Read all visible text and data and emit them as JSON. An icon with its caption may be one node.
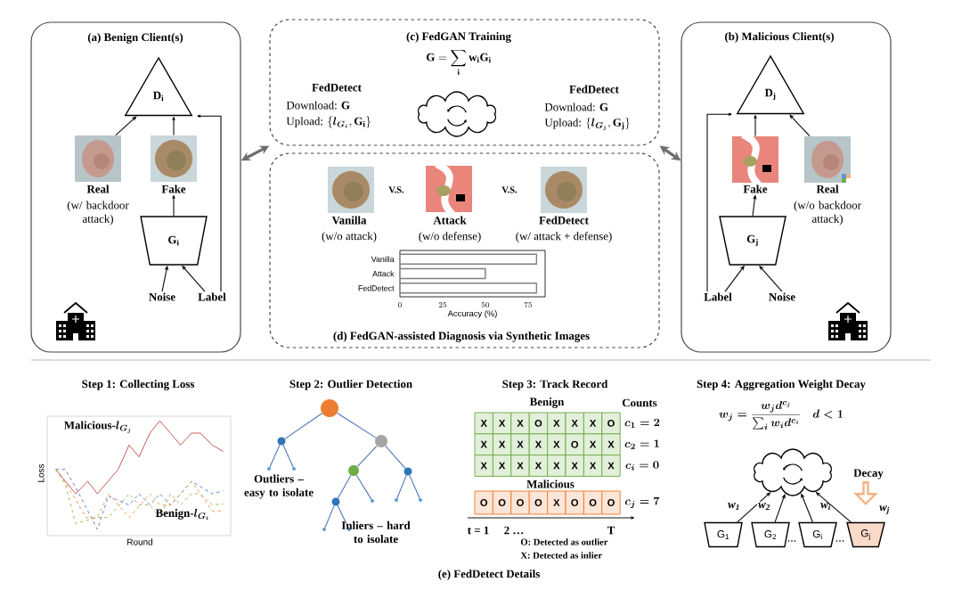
{
  "diagram": {
    "caption": "(e) FedDetect Details",
    "nodes": [
      {
        "text": [
          "(a) Benign Client(s)"
        ]
      },
      {
        "text": [
          "D$_{i}$"
        ],
        "in": 0
      },
      {
        "text": [
          "Real",
          "(w/ backdoor attack)"
        ],
        "in": 0
      },
      {
        "text": [
          "Fake"
        ],
        "in": 0
      },
      {
        "text": [
          "G$_{i}$"
        ],
        "in": 0
      },
      {
        "text": [
          "Noise"
        ],
        "in": 0
      },
      {
        "text": [
          "Label"
        ],
        "in": 0
      },
      {
        "text": [
          "(c) FedGAN Training",
          "\\mathbf{G} = \\sum_{\\mathbf{i}} \\mathbf{w_i G_i}"
        ]
      },
      {
        "text": [
          "(d) FedGAN-assisted Diagnosis via Synthetic Images"
        ]
      },
      {
        "text": [
          "(b) Malicious Client(s)"
        ]
      },
      {
        "text": [
          "D$_{j}$"
        ],
        "in": 9
      },
      {
        "text": [
          "Fake"
        ],
        "in": 9
      },
      {
        "text": [
          "Real",
          "(w/o backdoor attack)"
        ],
        "in": 9
      },
      {
        "text": [
          "G$_{j}$"
        ],
        "in": 9
      },
      {
        "text": [
          "Label"
        ],
        "in": 9
      },
      {
        "text": [
          "Noise"
        ],
        "in": 9
      },
      {
        "text": [],
        "shape": "circle"
      },
      {
        "text": [],
        "shape": "circle"
      },
      {
        "text": [],
        "shape": "circle"
      },
      {
        "text": [],
        "shape": "circle"
      },
      {
        "text": [],
        "shape": "circle"
      },
      {
        "text": [],
        "shape": "circle"
      },
      {
        "text": [],
        "shape": "circle"
      },
      {
        "text": [],
        "shape": "circle"
      },
      {
        "text": [],
        "shape": "circle"
      },
      {
        "text": [],
        "shape": "circle"
      },
      {
        "text": [],
        "shape": "circle"
      },
      {
        "text": [],
        "shape": "circle"
      },
      {
        "text": [],
        "shape": "circle"
      },
      {
        "text": [],
        "shape": "cloud"
      },
      {
        "text": [
          "G$_{1}$"
        ]
      },
      {
        "text": [
          "G$_{2}$"
        ]
      },
      {
        "text": [
          "G$_{i}$"
        ]
      },
      {
        "text": [
          "G$_{j}$"
        ]
      },
      {
        "text": [],
        "shape": "arrow",
        "beside": [
          "Decay"
        ]
      }
    ],
    "edges": [
      {
        "from": 2,
        "to": 1,
        "arrow": "to"
      },
      {
        "from": 3,
        "to": 1,
        "arrow": "to"
      },
      {
        "from": 4,
        "to": 3,
        "arrow": "to"
      },
      {
        "from": 5,
        "to": 4,
        "arrow": "to"
      },
      {
        "from": 6,
        "to": 4,
        "arrow": "to"
      },
      {
        "from": 6,
        "to": 1,
        "arrow": "to"
      },
      {
        "from": 0,
        "to": 7,
        "arrow": "both",
        "style": "thick",
        "color": "#6e6e6e"
      },
      {
        "from": 9,
        "to": 7,
        "arrow": "both",
        "style": "thick",
        "color": "#6e6e6e"
      },
      {
        "from": 11,
        "to": 10,
        "arrow": "to"
      },
      {
        "from": 12,
        "to": 10,
        "arrow": "to"
      },
      {
        "from": 13,
        "to": 11,
        "arrow": "to"
      },
      {
        "from": 14,
        "to": 13,
        "arrow": "to"
      },
      {
        "from": 15,
        "to": 13,
        "arrow": "to"
      },
      {
        "from": 14,
        "to": 10,
        "arrow": "to"
      },
      {
        "from": 16,
        "to": 17,
        "arrow": "none",
        "color": "#4a72b8"
      },
      {
        "from": 16,
        "to": 18,
        "arrow": "none",
        "color": "#4a72b8"
      },
      {
        "from": 17,
        "to": 19,
        "arrow": "none",
        "color": "#4a72b8"
      },
      {
        "from": 17,
        "to": 20,
        "arrow": "none",
        "color": "#4a72b8"
      },
      {
        "from": 18,
        "to": 21,
        "arrow": "none",
        "color": "#4a72b8"
      },
      {
        "from": 18,
        "to": 22,
        "arrow": "none",
        "color": "#4a72b8"
      },
      {
        "from": 21,
        "to": 23,
        "arrow": "none",
        "color": "#4a72b8"
      },
      {
        "from": 21,
        "to": 24,
        "arrow": "none",
        "color": "#4a72b8"
      },
      {
        "from": 22,
        "to": 25,
        "arrow": "none",
        "color": "#4a72b8"
      },
      {
        "from": 22,
        "to": 26,
        "arrow": "none",
        "color": "#4a72b8"
      },
      {
        "from": 23,
        "to": 27,
        "arrow": "none",
        "color": "#4a72b8"
      },
      {
        "from": 23,
        "to": 28,
        "arrow": "none",
        "color": "#4a72b8"
      },
      {
        "from": 30,
        "to": 29,
        "arrow": "to",
        "label": "w$_{1}$"
      },
      {
        "from": 31,
        "to": 29,
        "arrow": "to",
        "label": "w$_{2}$"
      },
      {
        "from": 32,
        "to": 29,
        "arrow": "to",
        "label": "w$_{i}$"
      },
      {
        "from": 33,
        "to": 29,
        "arrow": "to",
        "label": "w$_{j}$"
      }
    ],
    "labels": [
      "FedDetect",
      "Download: **G**",
      "\\text{Upload: }\\{\\boldsymbol{l}_{\\boldsymbol{G_i}},\\mathbf{G_i}\\}",
      "FedDetect",
      "Download: **G**",
      "\\text{Upload: }\\{\\boldsymbol{l}_{\\boldsymbol{G_j}},\\mathbf{G_j}\\}",
      "V.S.",
      "V.S.",
      "Vanilla",
      "(w/o attack)",
      "Attack",
      "(w/o defense)",
      "FedDetect",
      "(w/ attack + defense)",
      "Step 1: Collecting Loss",
      "Step 2: Outlier Detection",
      "Step 3: Track Record",
      "Step 4: Aggregation Weight Decay",
      "\\textbf{Malicious-}\\boldsymbol{l_{G_j}}",
      "Loss",
      "\\textbf{Benign-}\\boldsymbol{l_{G_i}}",
      "Round",
      "Outliers – easy to isolate",
      "Inliers – hard to isolate",
      "Benign",
      "Counts",
      "X",
      "X",
      "X",
      "O",
      "X",
      "X",
      "X",
      "O",
      "\\boldsymbol{c_1 = 2}",
      "X",
      "X",
      "X",
      "X",
      "X",
      "O",
      "X",
      "X",
      "\\boldsymbol{c_2 = 1}",
      "X",
      "X",
      "X",
      "X",
      "X",
      "X",
      "X",
      "X",
      "\\boldsymbol{c_i = 0}",
      "Malicious",
      "O",
      "O",
      "O",
      "O",
      "X",
      "O",
      "O",
      "O",
      "\\boldsymbol{c_j = 7}",
      "t = 1",
      "2 …",
      "T",
      "O: Detected as outlier",
      "X: Detected as inlier",
      "\\boldsymbol{w_j = \\frac{w_j d^{c_j}}{\\sum_i w_i d^{c_i}} \\quad d < 1}",
      "…",
      "…"
    ],
    "chart_data": {
      "type": "bar",
      "orientation": "horizontal",
      "categories": [
        "Vanilla",
        "Attack",
        "FedDetect"
      ],
      "values": [
        80,
        50,
        80
      ],
      "xlabel": "Accuracy (%)",
      "xlim": [
        0,
        85
      ],
      "xticks": [
        0,
        25,
        50,
        75
      ]
    }
  }
}
